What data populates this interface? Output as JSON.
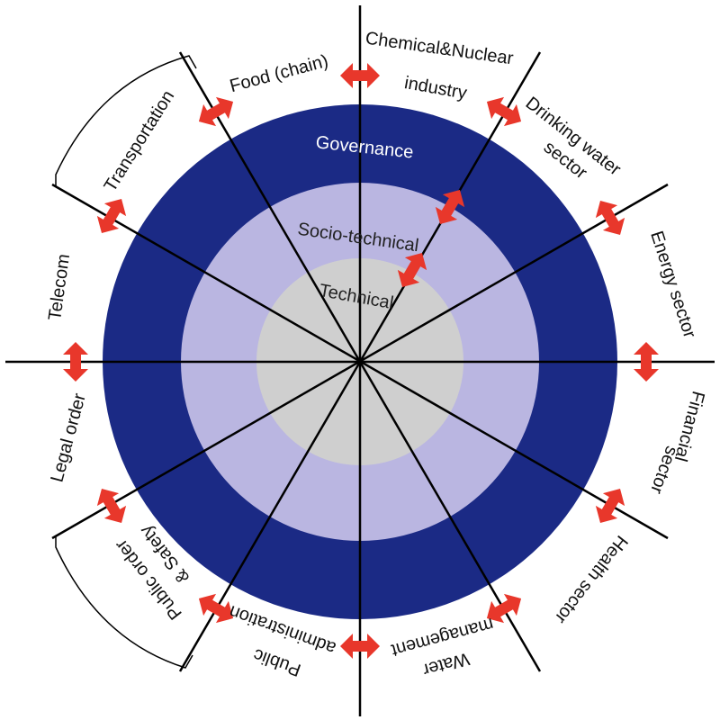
{
  "colors": {
    "governance_ring": "#1b2a85",
    "sociotechnical_ring": "#bab6e1",
    "technical_ring": "#cfcfcf",
    "spoke": "#000000",
    "arrow": "#e8372b",
    "governance_text": "#ffffff",
    "inner_text": "#222222"
  },
  "rings": {
    "governance": "Governance",
    "sociotechnical": "Socio-technical",
    "technical": "Technical"
  },
  "sectors": {
    "food_chain": "Food (chain)",
    "chemical_line1": "Chemical&Nuclear",
    "chemical_line2": "industry",
    "drinking_line1": "Drinking water",
    "drinking_line2": "sector",
    "energy": "Energy sector",
    "financial_line1": "Financial",
    "financial_line2": "sector",
    "health": "Health sector",
    "water_line1": "Water",
    "water_line2": "management",
    "public_admin_line1": "Public",
    "public_admin_line2": "administration",
    "public_order_line1": "Public order",
    "public_order_line2": "& Safety",
    "legal_order": "Legal order",
    "telecom": "Telecom",
    "transportation": "Transportation"
  },
  "icons": {
    "arrow": "double-headed-arrow-icon"
  }
}
